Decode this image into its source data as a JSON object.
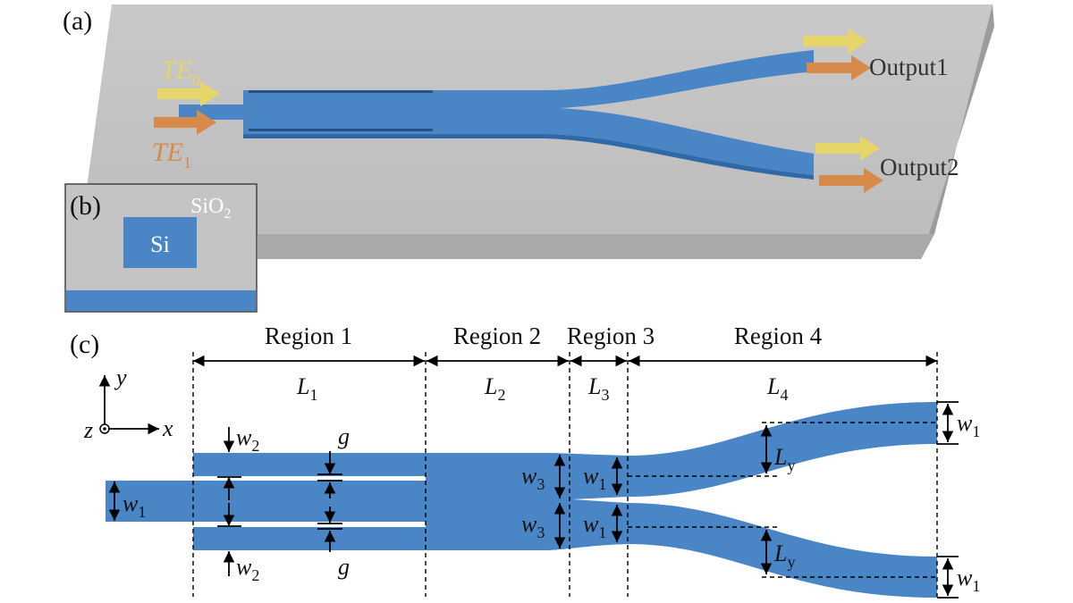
{
  "panels": {
    "a": "(a)",
    "b": "(b)",
    "c": "(c)"
  },
  "panel_a": {
    "mode0": "TE",
    "mode0_sub": "0",
    "mode1": "TE",
    "mode1_sub": "1",
    "output1": "Output1",
    "output2": "Output2"
  },
  "panel_b": {
    "cladding": "SiO",
    "cladding_sub": "2",
    "core": "Si"
  },
  "panel_c": {
    "regions": [
      "Region 1",
      "Region 2",
      "Region 3",
      "Region 4"
    ],
    "lengths": [
      {
        "main": "L",
        "sub": "1"
      },
      {
        "main": "L",
        "sub": "2"
      },
      {
        "main": "L",
        "sub": "3"
      },
      {
        "main": "L",
        "sub": "4"
      }
    ],
    "axes": {
      "x": "x",
      "y": "y",
      "z": "z"
    },
    "labels": {
      "w": "w",
      "sub1": "1",
      "sub2": "2",
      "sub3": "3",
      "g": "g",
      "L": "L",
      "suby": "y"
    }
  },
  "colors": {
    "waveguide": "#4a86c5",
    "substrate": "#bebebe",
    "te0": "#e6d66a",
    "te1": "#d88a4a"
  }
}
